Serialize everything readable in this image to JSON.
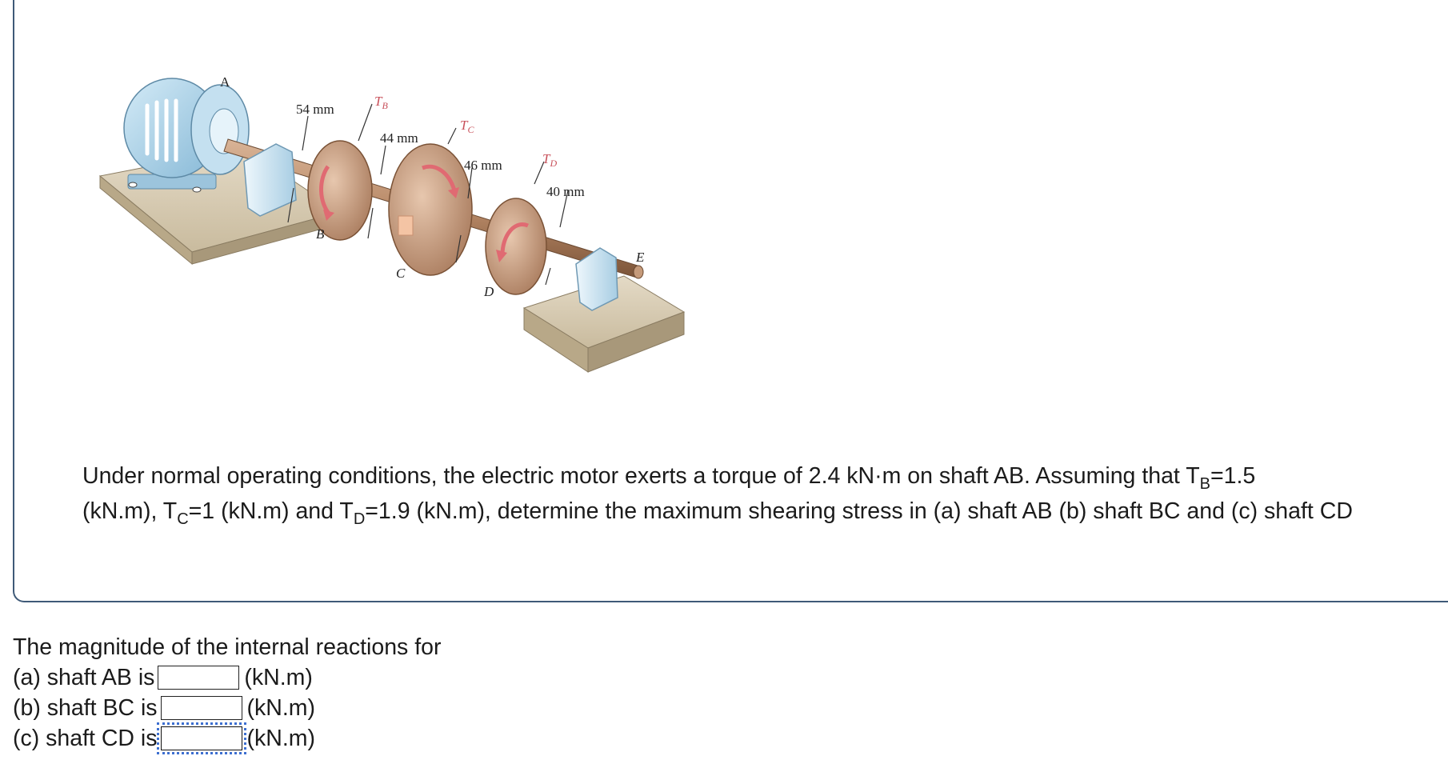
{
  "figure": {
    "labels": {
      "A": "A",
      "B": "B",
      "C": "C",
      "D": "D",
      "E": "E",
      "TB": "T",
      "TB_sub": "B",
      "TC": "T",
      "TC_sub": "C",
      "TD": "T",
      "TD_sub": "D",
      "d1": "54 mm",
      "d2": "44 mm",
      "d3": "46 mm",
      "d4": "40 mm"
    }
  },
  "problem": {
    "part1": "Under normal operating conditions, the electric motor exerts a torque of 2.4 kN·m on shaft AB. Assuming that T",
    "sub_b": "B",
    "part2": "=1.5",
    "part3": "(kN.m), T",
    "sub_c": "C",
    "part4": "=1 (kN.m) and T",
    "sub_d": "D",
    "part5": "=1.9 (kN.m), determine the maximum shearing stress in (a) shaft AB (b) shaft BC and (c) shaft CD"
  },
  "answers": {
    "intro": "The magnitude of the internal reactions for",
    "rows": [
      {
        "label": "(a) shaft AB is",
        "value": "",
        "unit": "(kN.m)"
      },
      {
        "label": "(b) shaft BC is",
        "value": "",
        "unit": "(kN.m)"
      },
      {
        "label": "(c) shaft CD is",
        "value": "",
        "unit": "(kN.m)"
      }
    ]
  },
  "colors": {
    "motor": "#a9cfe6",
    "base": "#d8ccb4",
    "shaft": "#b98a68",
    "arrow": "#e06a72",
    "focus": "#3d6fd0"
  }
}
